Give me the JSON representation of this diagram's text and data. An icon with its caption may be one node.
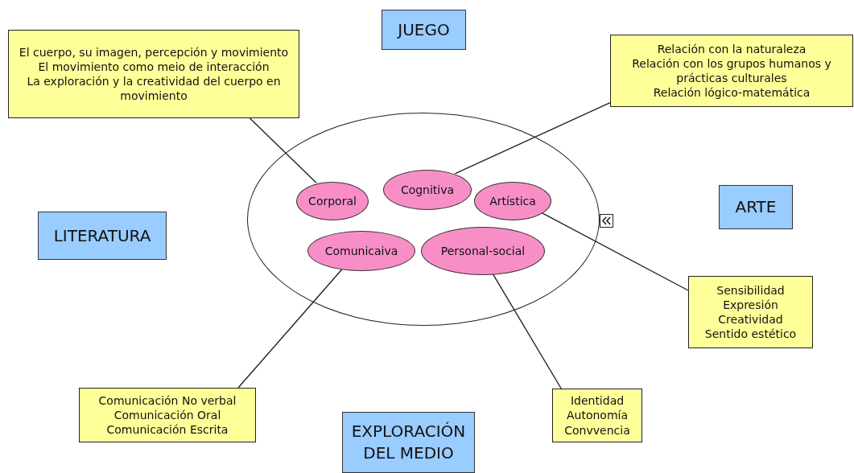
{
  "diagram": {
    "nodes": [
      {
        "text": [
          "El cuerpo, su imagen, percepción y movimiento",
          "El movimiento como meio de interacción",
          "La exploración y la creatividad del cuerpo en movimiento"
        ]
      },
      {
        "text": [
          "JUEGO"
        ]
      },
      {
        "text": [
          "Relación con la naturaleza",
          "Relación con los grupos humanos y prácticas culturales",
          "Relación lógico-matemática"
        ]
      },
      {
        "text": [],
        "shape": "ellipse"
      },
      {
        "text": [
          "Cognitiva"
        ],
        "in": 3
      },
      {
        "text": [
          "Corporal"
        ],
        "in": 3
      },
      {
        "text": [
          "Artística"
        ],
        "in": 3
      },
      {
        "text": [
          "LITERATURA"
        ]
      },
      {
        "text": [
          "ARTE"
        ]
      },
      {
        "text": [
          "Comunicaiva"
        ],
        "in": 3
      },
      {
        "text": [
          "Personal-social"
        ],
        "in": 3
      },
      {
        "text": [
          "Sensibilidad",
          "Expresión",
          "Creatividad",
          "Sentido estético"
        ]
      },
      {
        "text": [
          "Comunicación No verbal",
          "Comunicación Oral",
          "Comunicación Escrita"
        ]
      },
      {
        "text": [
          "Identidad",
          "Autonomía",
          "Convvencia"
        ]
      },
      {
        "text": [
          "EXPLORACIÓN DEL MEDIO"
        ]
      }
    ],
    "edges": [
      {
        "from": 0,
        "to": 5,
        "arrow": "none"
      },
      {
        "from": 2,
        "to": 4,
        "arrow": "none"
      },
      {
        "from": 6,
        "to": 11,
        "arrow": "none"
      },
      {
        "from": 9,
        "to": 12,
        "arrow": "none"
      },
      {
        "from": 10,
        "to": 13,
        "arrow": "none"
      }
    ]
  }
}
